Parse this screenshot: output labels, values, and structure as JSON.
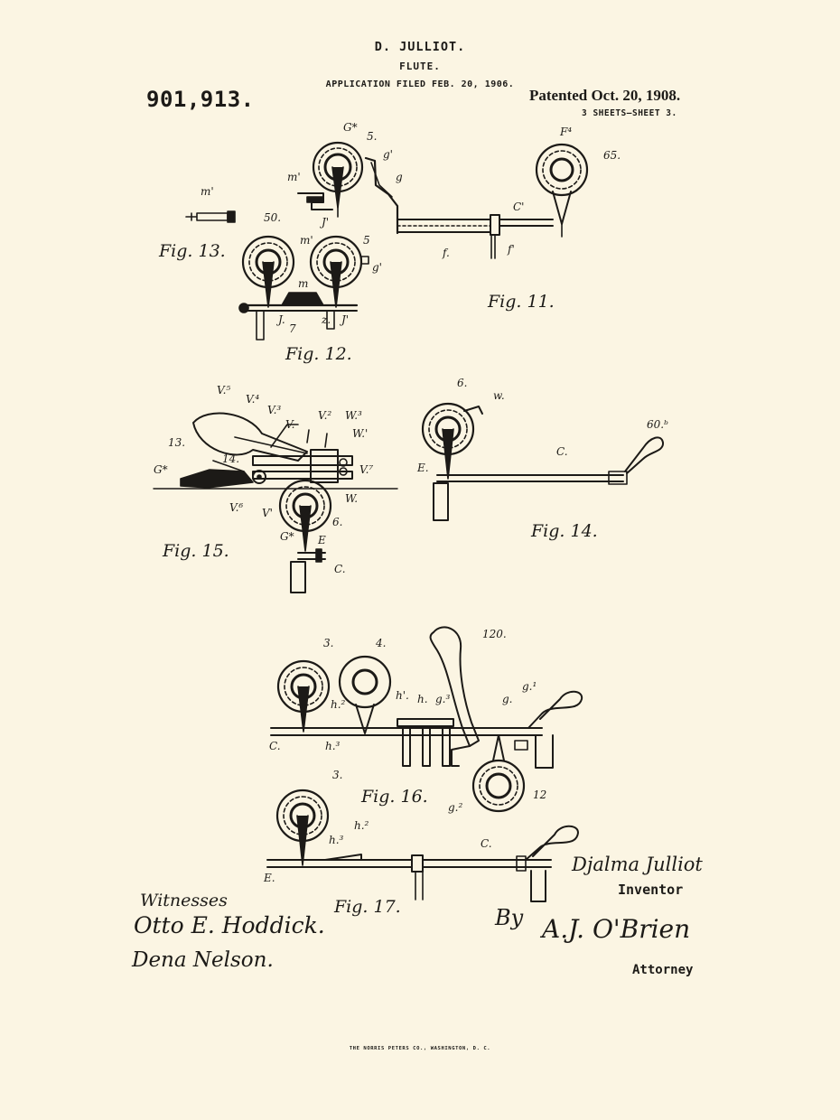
{
  "header": {
    "inventor_name": "D. JULLIOT.",
    "invention_title": "FLUTE.",
    "application_filed": "APPLICATION FILED FEB. 20, 1906.",
    "patent_number": "901,913.",
    "patented_date": "Patented Oct. 20, 1908.",
    "sheets": "3 SHEETS—SHEET 3."
  },
  "figures": {
    "fig11": "Fig. 11.",
    "fig12": "Fig. 12.",
    "fig13": "Fig. 13.",
    "fig14": "Fig. 14.",
    "fig15": "Fig. 15.",
    "fig16": "Fig. 16.",
    "fig17": "Fig. 17."
  },
  "labels": {
    "l_gstar_11": "G*",
    "l_5_11": "5.",
    "l_gp1": "g'",
    "l_g": "g",
    "l_mprime": "m'",
    "l_jprime": "J'",
    "l_f4": "F⁴",
    "l_65": "65.",
    "l_cprime": "C'",
    "l_f": "f.",
    "l_fprime": "f'",
    "l_mprime13": "m'",
    "l_50": "50.",
    "l_mprime12": "m'",
    "l_5_12": "5",
    "l_gprime12": "g'",
    "l_m": "m",
    "l_j": "J.",
    "l_7": "7",
    "l_z": "z.",
    "l_jprime12": "J'",
    "l_v5": "V.⁵",
    "l_v4": "V.⁴",
    "l_v3": "V.³",
    "l_v": "V.",
    "l_v2": "V.²",
    "l_w3": "W.³",
    "l_w1": "W.'",
    "l_13": "13.",
    "l_14": "14.",
    "l_v7": "V.⁷",
    "l_gstar15": "G*",
    "l_v6": "V.⁶",
    "l_vprime": "V'",
    "l_w": "W.",
    "l_6_15": "6.",
    "l_gstar15b": "G*",
    "l_e15": "E",
    "l_c15": "C.",
    "l_6_14": "6.",
    "l_w14": "w.",
    "l_60b": "60.ᵇ",
    "l_c14": "C.",
    "l_e14": "E.",
    "l_3_16": "3.",
    "l_4_16": "4.",
    "l_120": "120.",
    "l_h2": "h.²",
    "l_hprime": "h'.",
    "l_h": "h.",
    "l_g3": "g.³",
    "l_g16": "g.",
    "l_g1": "g.¹",
    "l_c16": "C.",
    "l_h3": "h.³",
    "l_g2": "g.²",
    "l_12": "12",
    "l_3_17": "3.",
    "l_h2_17": "h.²",
    "l_h3_17": "h.³",
    "l_c17": "C.",
    "l_e17": "E."
  },
  "signatures": {
    "witnesses_label": "Witnesses",
    "witness_1": "Otto E. Hoddick.",
    "witness_2": "Dena Nelson.",
    "inventor_signature": "Djalma Julliot",
    "inventor_role": "Inventor",
    "by": "By",
    "attorney_signature": "A.J. O'Brien",
    "attorney_role": "Attorney"
  },
  "footer": {
    "printer": "THE NORRIS PETERS CO., WASHINGTON, D. C."
  }
}
